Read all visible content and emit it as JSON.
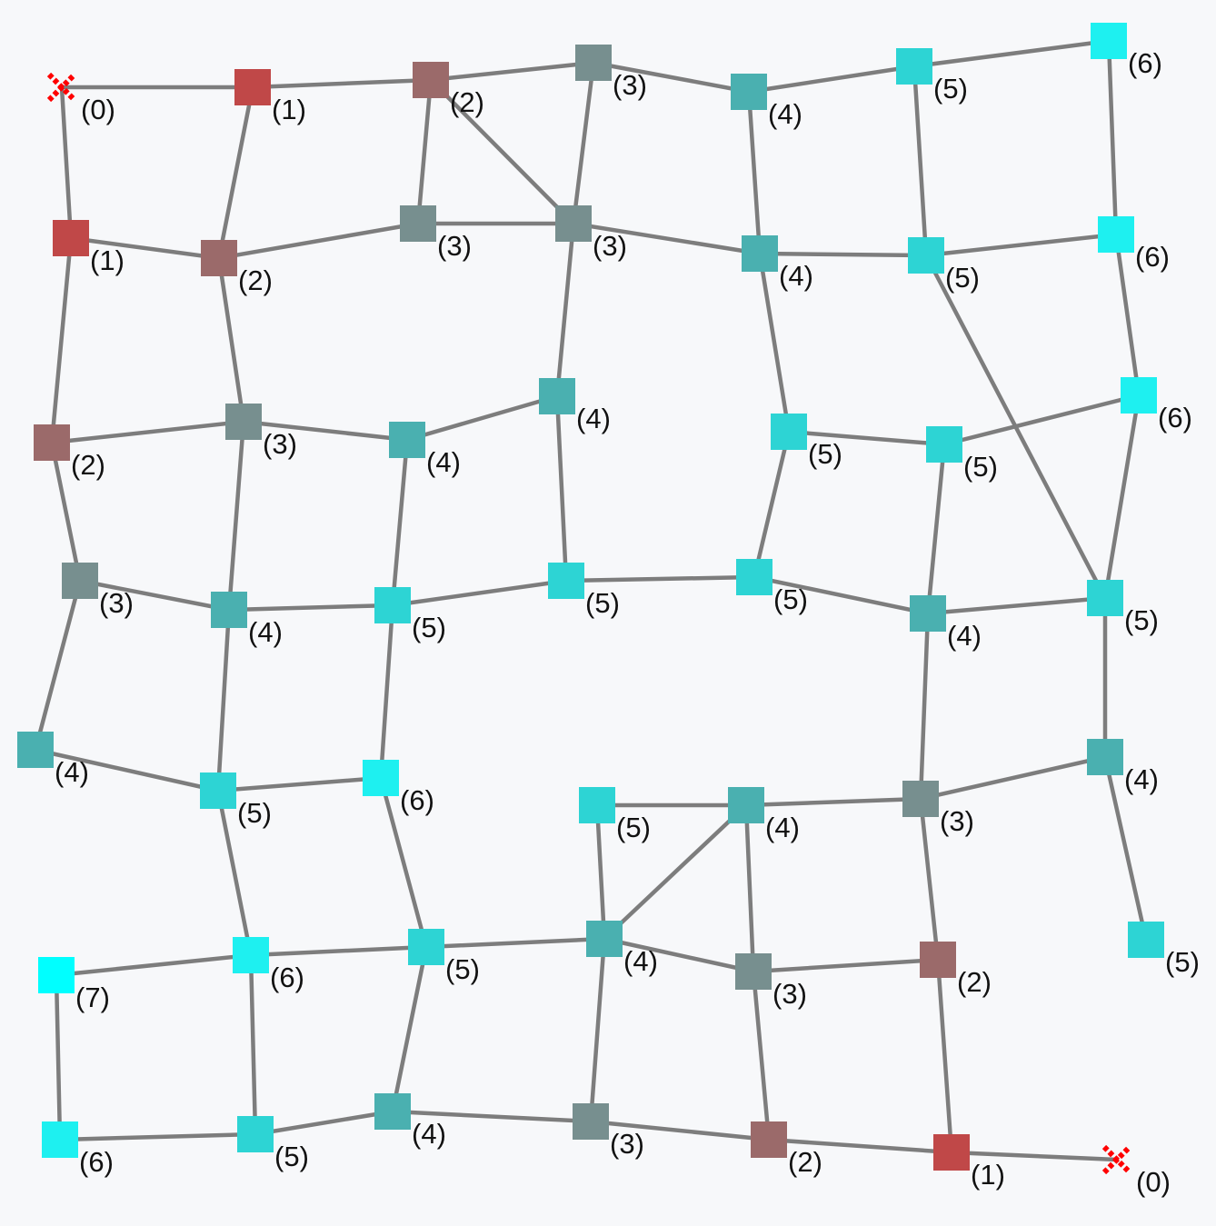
{
  "graph": {
    "palette": [
      "#e02424",
      "#c04848",
      "#9b6a6a",
      "#778f8f",
      "#4ab0b0",
      "#2dd4d4",
      "#1ef0f0",
      "#00ffff"
    ],
    "edge_color": "#7d7d7d",
    "nodes": [
      {
        "id": "s0",
        "kind": "marker",
        "label": "(0)"
      },
      {
        "id": "a1",
        "level": 1,
        "label": "(1)"
      },
      {
        "id": "a2",
        "level": 2,
        "label": "(2)"
      },
      {
        "id": "a3",
        "level": 3,
        "label": "(3)"
      },
      {
        "id": "a4",
        "level": 4,
        "label": "(4)"
      },
      {
        "id": "a5",
        "level": 5,
        "label": "(5)"
      },
      {
        "id": "a6",
        "level": 6,
        "label": "(6)"
      },
      {
        "id": "b1",
        "level": 1,
        "label": "(1)"
      },
      {
        "id": "b2",
        "level": 2,
        "label": "(2)"
      },
      {
        "id": "b3",
        "level": 3,
        "label": "(3)"
      },
      {
        "id": "b3r",
        "level": 3,
        "label": "(3)"
      },
      {
        "id": "b4",
        "level": 4,
        "label": "(4)"
      },
      {
        "id": "b5",
        "level": 5,
        "label": "(5)"
      },
      {
        "id": "b6",
        "level": 6,
        "label": "(6)"
      },
      {
        "id": "c2",
        "level": 2,
        "label": "(2)"
      },
      {
        "id": "c3",
        "level": 3,
        "label": "(3)"
      },
      {
        "id": "c4",
        "level": 4,
        "label": "(4)"
      },
      {
        "id": "c4r",
        "level": 4,
        "label": "(4)"
      },
      {
        "id": "c5",
        "level": 5,
        "label": "(5)"
      },
      {
        "id": "c5r",
        "level": 5,
        "label": "(5)"
      },
      {
        "id": "c6",
        "level": 6,
        "label": "(6)"
      },
      {
        "id": "d3",
        "level": 3,
        "label": "(3)"
      },
      {
        "id": "d4",
        "level": 4,
        "label": "(4)"
      },
      {
        "id": "d5",
        "level": 5,
        "label": "(5)"
      },
      {
        "id": "d5b",
        "level": 5,
        "label": "(5)"
      },
      {
        "id": "d5c",
        "level": 5,
        "label": "(5)"
      },
      {
        "id": "d4r",
        "level": 4,
        "label": "(4)"
      },
      {
        "id": "d5r",
        "level": 5,
        "label": "(5)"
      },
      {
        "id": "e4",
        "level": 4,
        "label": "(4)"
      },
      {
        "id": "e5",
        "level": 5,
        "label": "(5)"
      },
      {
        "id": "e6",
        "level": 6,
        "label": "(6)"
      },
      {
        "id": "e5m",
        "level": 5,
        "label": "(5)"
      },
      {
        "id": "e4m",
        "level": 4,
        "label": "(4)"
      },
      {
        "id": "e3",
        "level": 3,
        "label": "(3)"
      },
      {
        "id": "e4r",
        "level": 4,
        "label": "(4)"
      },
      {
        "id": "e5r",
        "level": 5,
        "label": "(5)"
      },
      {
        "id": "f7",
        "level": 7,
        "label": "(7)"
      },
      {
        "id": "f6",
        "level": 6,
        "label": "(6)"
      },
      {
        "id": "f5",
        "level": 5,
        "label": "(5)"
      },
      {
        "id": "f4",
        "level": 4,
        "label": "(4)"
      },
      {
        "id": "f3",
        "level": 3,
        "label": "(3)"
      },
      {
        "id": "f2",
        "level": 2,
        "label": "(2)"
      },
      {
        "id": "g6",
        "level": 6,
        "label": "(6)"
      },
      {
        "id": "g5",
        "level": 5,
        "label": "(5)"
      },
      {
        "id": "g4",
        "level": 4,
        "label": "(4)"
      },
      {
        "id": "g3",
        "level": 3,
        "label": "(3)"
      },
      {
        "id": "g2",
        "level": 2,
        "label": "(2)"
      },
      {
        "id": "g1",
        "level": 1,
        "label": "(1)"
      },
      {
        "id": "t0",
        "kind": "marker",
        "label": "(0)"
      }
    ],
    "edges": [
      [
        "s0",
        "a1"
      ],
      [
        "a1",
        "a2"
      ],
      [
        "a2",
        "a3"
      ],
      [
        "a3",
        "a4"
      ],
      [
        "a4",
        "a5"
      ],
      [
        "a5",
        "a6"
      ],
      [
        "s0",
        "b1"
      ],
      [
        "a1",
        "b2"
      ],
      [
        "a2",
        "b3"
      ],
      [
        "a2",
        "b3r"
      ],
      [
        "a3",
        "b3r"
      ],
      [
        "a4",
        "b4"
      ],
      [
        "a5",
        "b5"
      ],
      [
        "a6",
        "b6"
      ],
      [
        "b1",
        "b2"
      ],
      [
        "b2",
        "b3"
      ],
      [
        "b3",
        "b3r"
      ],
      [
        "b3r",
        "b4"
      ],
      [
        "b4",
        "b5"
      ],
      [
        "b5",
        "b6"
      ],
      [
        "b1",
        "c2"
      ],
      [
        "b2",
        "c3"
      ],
      [
        "b3r",
        "c4r"
      ],
      [
        "b4",
        "c5r"
      ],
      [
        "b5",
        "d5r"
      ],
      [
        "b6",
        "c6"
      ],
      [
        "c2",
        "c3"
      ],
      [
        "c3",
        "c4"
      ],
      [
        "c4",
        "c4r"
      ],
      [
        "c5r",
        "c5"
      ],
      [
        "c5",
        "c6"
      ],
      [
        "c2",
        "d3"
      ],
      [
        "c3",
        "d4"
      ],
      [
        "c4",
        "d5"
      ],
      [
        "c4r",
        "d5b"
      ],
      [
        "c5r",
        "d5c"
      ],
      [
        "c5",
        "d4r"
      ],
      [
        "c6",
        "d5r"
      ],
      [
        "d3",
        "d4"
      ],
      [
        "d4",
        "d5"
      ],
      [
        "d5",
        "d5b"
      ],
      [
        "d5b",
        "d5c"
      ],
      [
        "d5c",
        "d4r"
      ],
      [
        "d4r",
        "d5r"
      ],
      [
        "d3",
        "e4"
      ],
      [
        "d4",
        "e5"
      ],
      [
        "d5",
        "e6"
      ],
      [
        "d4r",
        "e3"
      ],
      [
        "d5r",
        "e4r"
      ],
      [
        "e4",
        "e5"
      ],
      [
        "e5",
        "e6"
      ],
      [
        "e5m",
        "e4m"
      ],
      [
        "e4m",
        "e3"
      ],
      [
        "e3",
        "e4r"
      ],
      [
        "e5",
        "f6"
      ],
      [
        "e6",
        "f5"
      ],
      [
        "e5m",
        "f4"
      ],
      [
        "e4m",
        "f4"
      ],
      [
        "e4m",
        "f3"
      ],
      [
        "e3",
        "f2"
      ],
      [
        "e4r",
        "e5r"
      ],
      [
        "f7",
        "f6"
      ],
      [
        "f6",
        "f5"
      ],
      [
        "f5",
        "f4"
      ],
      [
        "f4",
        "f3"
      ],
      [
        "f3",
        "f2"
      ],
      [
        "f7",
        "g6"
      ],
      [
        "f6",
        "g5"
      ],
      [
        "f5",
        "g4"
      ],
      [
        "f4",
        "g3"
      ],
      [
        "f3",
        "g2"
      ],
      [
        "f2",
        "g1"
      ],
      [
        "g6",
        "g5"
      ],
      [
        "g5",
        "g4"
      ],
      [
        "g4",
        "g3"
      ],
      [
        "g3",
        "g2"
      ],
      [
        "g2",
        "g1"
      ],
      [
        "g1",
        "t0"
      ]
    ]
  }
}
